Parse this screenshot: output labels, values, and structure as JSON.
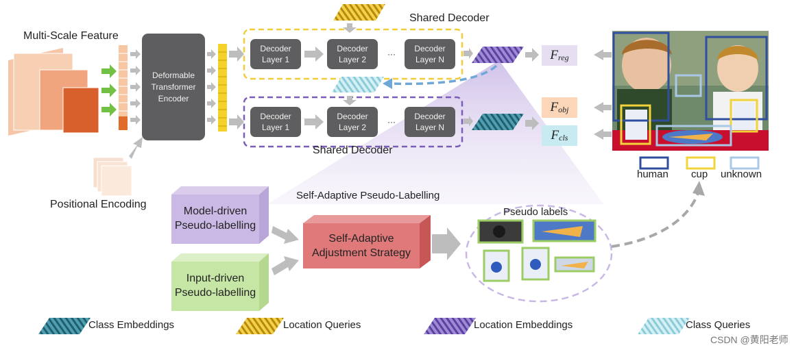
{
  "labels": {
    "multi_scale": "Multi-Scale Feature",
    "positional": "Positional Encoding",
    "encoder": [
      "Deformable",
      "Transformer",
      "Encoder"
    ],
    "shared_decoder_top": "Shared Decoder",
    "shared_decoder_bottom": "Shared Decoder",
    "decoder_layers": [
      {
        "l1": "Decoder",
        "l2": "Layer 1"
      },
      {
        "l1": "Decoder",
        "l2": "Layer 2"
      },
      {
        "l1": "Decoder",
        "l2": "Layer N"
      }
    ],
    "ellipsis": "···",
    "self_adaptive_title": "Self-Adaptive Pseudo-Labelling",
    "model_driven": [
      "Model-driven",
      "Pseudo-labelling"
    ],
    "input_driven": [
      "Input-driven",
      "Pseudo-labelling"
    ],
    "adjustment": [
      "Self-Adaptive",
      "Adjustment Strategy"
    ],
    "pseudo_labels": "Pseudo labels"
  },
  "outputs": {
    "reg": {
      "main": "F",
      "sub": "reg"
    },
    "obj": {
      "main": "F",
      "sub": "obj"
    },
    "cls": {
      "main": "F",
      "sub": "cls"
    }
  },
  "photo_legend": {
    "human": "human",
    "cup": "cup",
    "unknown": "unknown"
  },
  "legend": {
    "class_embeddings": "Class Embeddings",
    "location_queries": "Location Queries",
    "location_embeddings": "Location Embeddings",
    "class_queries": "Class Queries"
  },
  "watermark": "CSDN @黄阳老师",
  "colors": {
    "class_emb": "#2b7a8c",
    "loc_query": "#e0b521",
    "loc_emb": "#7b63b8",
    "class_query": "#a6dde8",
    "yellow_dash": "#f2cd3a",
    "purple_dash": "#7b5cb8",
    "human_box": "#2f4f9e",
    "cup_box": "#f3d33a",
    "unknown_box": "#a9c8e6"
  }
}
